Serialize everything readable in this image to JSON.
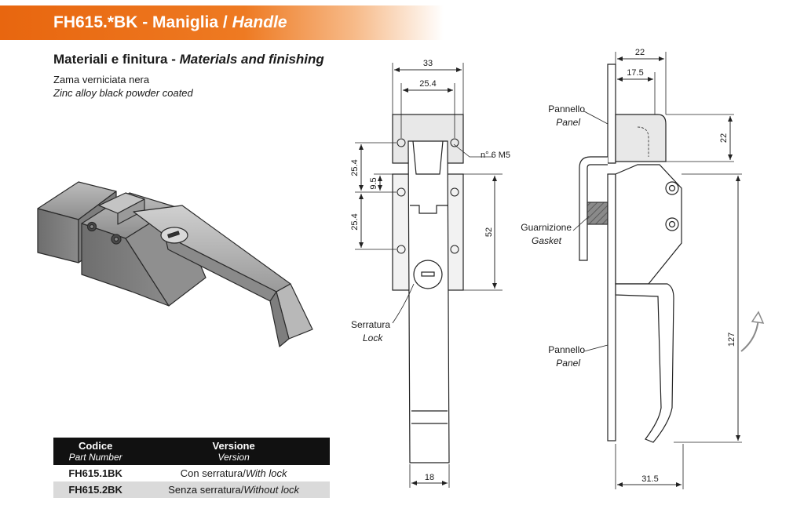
{
  "header": {
    "code": "FH615.*BK",
    "separator": " - ",
    "name_it": "Maniglia",
    "slash": " / ",
    "name_en": "Handle"
  },
  "materials": {
    "title_it": "Materiali e finitura",
    "separator": " - ",
    "title_en": "Materials and finishing",
    "desc_it": "Zama verniciata nera",
    "desc_en": "Zinc alloy black powder coated"
  },
  "front_view": {
    "dim_width_total": "33",
    "dim_width_inner": "25.4",
    "dim_upper_pitch": "25.4",
    "dim_step": "9.5",
    "dim_lower_pitch": "25.4",
    "dim_height": "52",
    "dim_bottom_width": "18",
    "hole_note": "n° 6 M5",
    "lock_label_it": "Serratura",
    "lock_label_en": "Lock"
  },
  "side_view": {
    "dim_top_width": "22",
    "dim_top_inner": "17.5",
    "dim_top_height": "22",
    "dim_total_height": "127",
    "dim_bottom_width": "31.5",
    "panel_top_it": "Pannello",
    "panel_top_en": "Panel",
    "gasket_it": "Guarnizione",
    "gasket_en": "Gasket",
    "panel_bottom_it": "Pannello",
    "panel_bottom_en": "Panel"
  },
  "table": {
    "head_code_it": "Codice",
    "head_code_en": "Part Number",
    "head_version_it": "Versione",
    "head_version_en": "Version",
    "rows": [
      {
        "code": "FH615.1BK",
        "version_it": "Con serratura",
        "slash": "/",
        "version_en": "With lock"
      },
      {
        "code": "FH615.2BK",
        "version_it": "Senza serratura",
        "slash": "/",
        "version_en": "Without lock"
      }
    ]
  },
  "colors": {
    "banner": "#e8660f",
    "table_header": "#111111",
    "row_alt": "#dadada"
  }
}
